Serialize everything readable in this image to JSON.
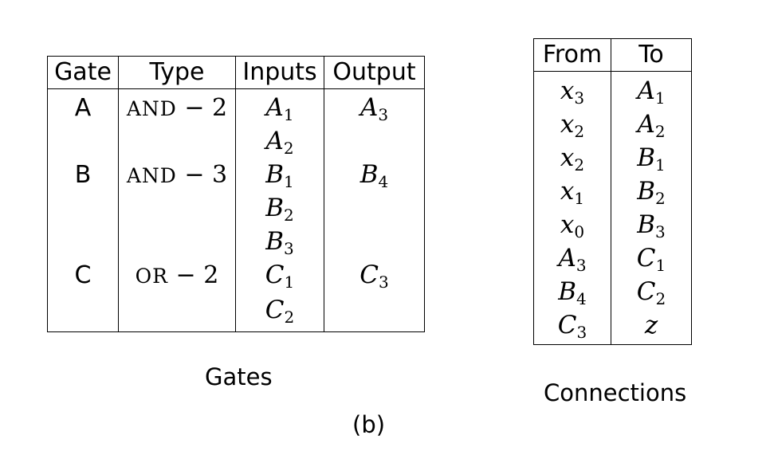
{
  "gates": {
    "caption": "Gates",
    "headers": [
      "Gate",
      "Type",
      "Inputs",
      "Output"
    ],
    "rows": [
      {
        "gate": "A",
        "type_name": "AND",
        "type_count": "2",
        "input_letter": "A",
        "input_sub": "1",
        "output_letter": "A",
        "output_sub": "3"
      },
      {
        "gate": "",
        "type_name": "",
        "type_count": "",
        "input_letter": "A",
        "input_sub": "2",
        "output_letter": "",
        "output_sub": ""
      },
      {
        "gate": "B",
        "type_name": "AND",
        "type_count": "3",
        "input_letter": "B",
        "input_sub": "1",
        "output_letter": "B",
        "output_sub": "4"
      },
      {
        "gate": "",
        "type_name": "",
        "type_count": "",
        "input_letter": "B",
        "input_sub": "2",
        "output_letter": "",
        "output_sub": ""
      },
      {
        "gate": "",
        "type_name": "",
        "type_count": "",
        "input_letter": "B",
        "input_sub": "3",
        "output_letter": "",
        "output_sub": ""
      },
      {
        "gate": "C",
        "type_name": "OR",
        "type_count": "2",
        "input_letter": "C",
        "input_sub": "1",
        "output_letter": "C",
        "output_sub": "3"
      },
      {
        "gate": "",
        "type_name": "",
        "type_count": "",
        "input_letter": "C",
        "input_sub": "2",
        "output_letter": "",
        "output_sub": ""
      }
    ]
  },
  "connections": {
    "caption": "Connections",
    "headers": [
      "From",
      "To"
    ],
    "rows": [
      {
        "from_letter": "x",
        "from_sub": "3",
        "to_letter": "A",
        "to_sub": "1"
      },
      {
        "from_letter": "x",
        "from_sub": "2",
        "to_letter": "A",
        "to_sub": "2"
      },
      {
        "from_letter": "x",
        "from_sub": "2",
        "to_letter": "B",
        "to_sub": "1"
      },
      {
        "from_letter": "x",
        "from_sub": "1",
        "to_letter": "B",
        "to_sub": "2"
      },
      {
        "from_letter": "x",
        "from_sub": "0",
        "to_letter": "B",
        "to_sub": "3"
      },
      {
        "from_letter": "A",
        "from_sub": "3",
        "to_letter": "C",
        "to_sub": "1"
      },
      {
        "from_letter": "B",
        "from_sub": "4",
        "to_letter": "C",
        "to_sub": "2"
      },
      {
        "from_letter": "C",
        "from_sub": "3",
        "to_letter": "z",
        "to_sub": ""
      }
    ]
  },
  "figure_label": "(b)"
}
